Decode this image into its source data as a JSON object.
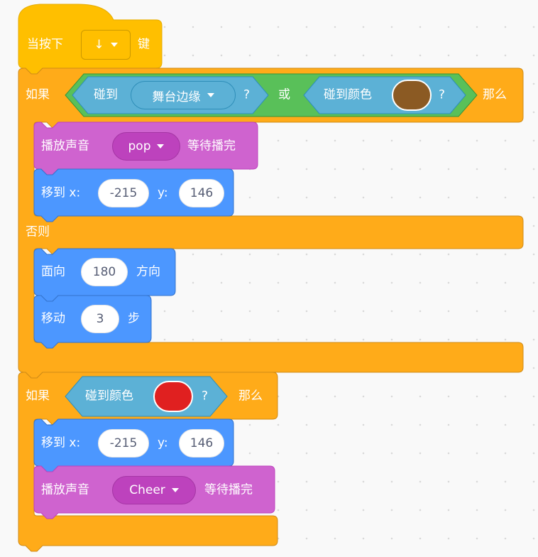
{
  "event_block": {
    "prefix": "当按下",
    "key": "↓",
    "suffix": "键",
    "color": "#ffbf00"
  },
  "if_else_block": {
    "if_label": "如果",
    "then_label": "那么",
    "else_label": "否则",
    "condition": {
      "operator": "或",
      "left": {
        "label": "碰到",
        "target": "舞台边缘",
        "q": "?"
      },
      "right": {
        "label": "碰到颜色",
        "swatch_color": "#8b5a23",
        "q": "?"
      }
    },
    "then_blocks": [
      {
        "label": "播放声音",
        "sound": "pop",
        "suffix": "等待播完"
      },
      {
        "label": "移到 x:",
        "x": "-215",
        "y_label": "y:",
        "y": "146"
      }
    ],
    "else_blocks": [
      {
        "label": "面向",
        "value": "180",
        "suffix": "方向"
      },
      {
        "label": "移动",
        "value": "3",
        "suffix": "步"
      }
    ]
  },
  "if_block": {
    "if_label": "如果",
    "then_label": "那么",
    "condition": {
      "label": "碰到颜色",
      "swatch_color": "#e02020",
      "q": "?"
    },
    "then_blocks": [
      {
        "label": "移到 x:",
        "x": "-215",
        "y_label": "y:",
        "y": "146"
      },
      {
        "label": "播放声音",
        "sound": "Cheer",
        "suffix": "等待播完"
      }
    ]
  },
  "colors": {
    "control": "#ffab19",
    "control_border": "#cf8b17",
    "sensing": "#5cb1d6",
    "sensing_border": "#2e8eb8",
    "operators": "#59c059",
    "sound": "#cf63cf",
    "sound_dark": "#bd42bd",
    "motion": "#4c97ff",
    "motion_border": "#3373cc",
    "events": "#ffbf00"
  }
}
